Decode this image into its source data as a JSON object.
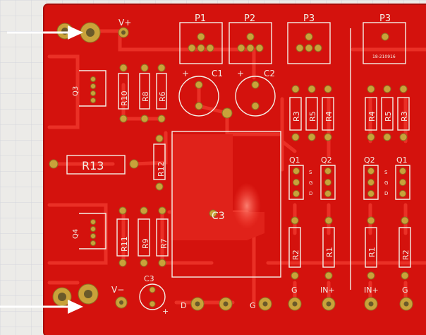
{
  "colors": {
    "paper": "#ecebe8",
    "grid": "#d3d6dd",
    "board": "#d4120d",
    "board_dark": "#b50f0c",
    "trace": "#e82a20",
    "silk": "#f3efe6",
    "pad": "#c9a23a",
    "pad_hole": "#6a5a2a",
    "arrow": "#ffffff"
  },
  "labels": {
    "vplus": "V+",
    "vminus": "V−",
    "p1": "P1",
    "p2": "P2",
    "p3a": "P3",
    "p3b": "P3",
    "c1": "C1",
    "c2": "C2",
    "c3": "C3",
    "c3big": "C3",
    "q3": "Q3",
    "q4": "Q4",
    "r10": "R10",
    "r8": "R8",
    "r6": "R6",
    "r13": "R13",
    "r12": "R12",
    "r11": "R11",
    "r9": "R9",
    "r7": "R7",
    "r3a": "R3",
    "r5a": "R5",
    "r4a": "R4",
    "r4b": "R4",
    "r5b": "R5",
    "r3b": "R3",
    "q1a": "Q1",
    "q2a": "Q2",
    "q2b": "Q2",
    "q1b": "Q1",
    "s": "S",
    "g": "G",
    "d": "D",
    "r2a": "R2",
    "r1a": "R1",
    "r1b": "R1",
    "r2b": "R2",
    "g_bottom_a": "G",
    "inplus_a": "IN+",
    "inplus_b": "IN+",
    "g_bottom_b": "G",
    "d_bottom": "D",
    "g_bottom_c": "G",
    "pot_code": "18-210916",
    "plus": "+"
  }
}
